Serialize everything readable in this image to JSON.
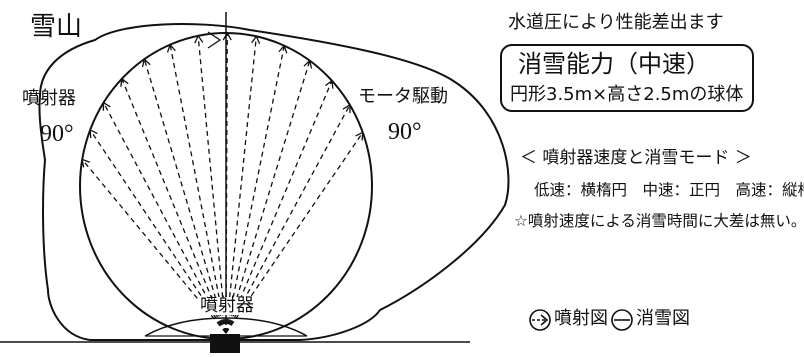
{
  "diagram": {
    "snow_label": "雪山",
    "left_label": "噴射器",
    "left_angle": "90°",
    "right_label": "モータ駆動",
    "right_angle": "90°",
    "nozzle_label": "噴射器"
  },
  "info": {
    "water_pressure_note": "水道圧により性能差出ます",
    "capacity_title": "消雪能力（中速）",
    "capacity_detail": "円形3.5m×高さ2.5mの球体",
    "mode_heading": "＜ 噴射器速度と消雪モード ＞",
    "mode_detail": "低速：横楕円　中速：正円　高速：縦楕円",
    "time_note": "☆噴射速度による消雪時間に大差は無い。"
  },
  "legend": {
    "spray_label": "噴射図",
    "melt_label": "消雪図"
  },
  "colors": {
    "ink": "#111111",
    "background": "#ffffff"
  }
}
